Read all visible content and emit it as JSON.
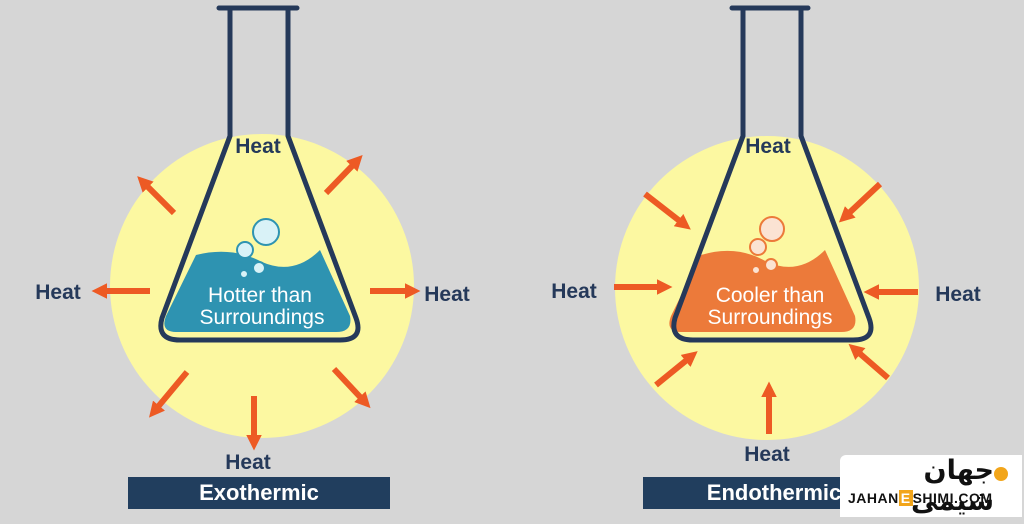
{
  "colors": {
    "background": "#d6d6d6",
    "glow": "#fcf8a1",
    "arrow": "#ed5a24",
    "label": "#25395a",
    "exo_liquid": "#2e93b1",
    "endo_liquid": "#ec7a3a",
    "banner": "#213e5e"
  },
  "exothermic": {
    "heat_labels": {
      "top": "Heat",
      "left": "Heat",
      "right": "Heat",
      "bottom": "Heat"
    },
    "liquid_line1": "Hotter than",
    "liquid_line2": "Surroundings",
    "arrow_direction": "outward",
    "banner": "Exothermic"
  },
  "endothermic": {
    "heat_labels": {
      "top": "Heat",
      "left": "Heat",
      "right": "Heat",
      "bottom": "Heat"
    },
    "liquid_line1": "Cooler than",
    "liquid_line2": "Surroundings",
    "arrow_direction": "inward",
    "banner": "Endothermic"
  },
  "watermark": {
    "arabic": "جهان شیمی",
    "latin_pre": "JAHAN",
    "latin_e": "E",
    "latin_post": "SHIMI.COM"
  }
}
